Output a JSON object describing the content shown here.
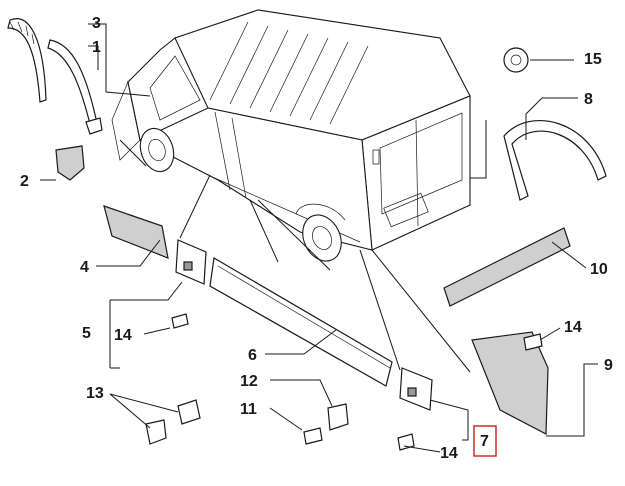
{
  "callouts": [
    {
      "id": "c3",
      "text": "3"
    },
    {
      "id": "c1",
      "text": "1"
    },
    {
      "id": "c2",
      "text": "2"
    },
    {
      "id": "c4",
      "text": "4"
    },
    {
      "id": "c5",
      "text": "5"
    },
    {
      "id": "c14a",
      "text": "14"
    },
    {
      "id": "c6",
      "text": "6"
    },
    {
      "id": "c13",
      "text": "13"
    },
    {
      "id": "c12",
      "text": "12"
    },
    {
      "id": "c11",
      "text": "11"
    },
    {
      "id": "c14b",
      "text": "14"
    },
    {
      "id": "c7",
      "text": "7"
    },
    {
      "id": "c15",
      "text": "15"
    },
    {
      "id": "c8",
      "text": "8"
    },
    {
      "id": "c10",
      "text": "10"
    },
    {
      "id": "c14c",
      "text": "14"
    },
    {
      "id": "c9",
      "text": "9"
    }
  ],
  "highlight": {
    "callout": "7",
    "color": "#d42a2a"
  }
}
